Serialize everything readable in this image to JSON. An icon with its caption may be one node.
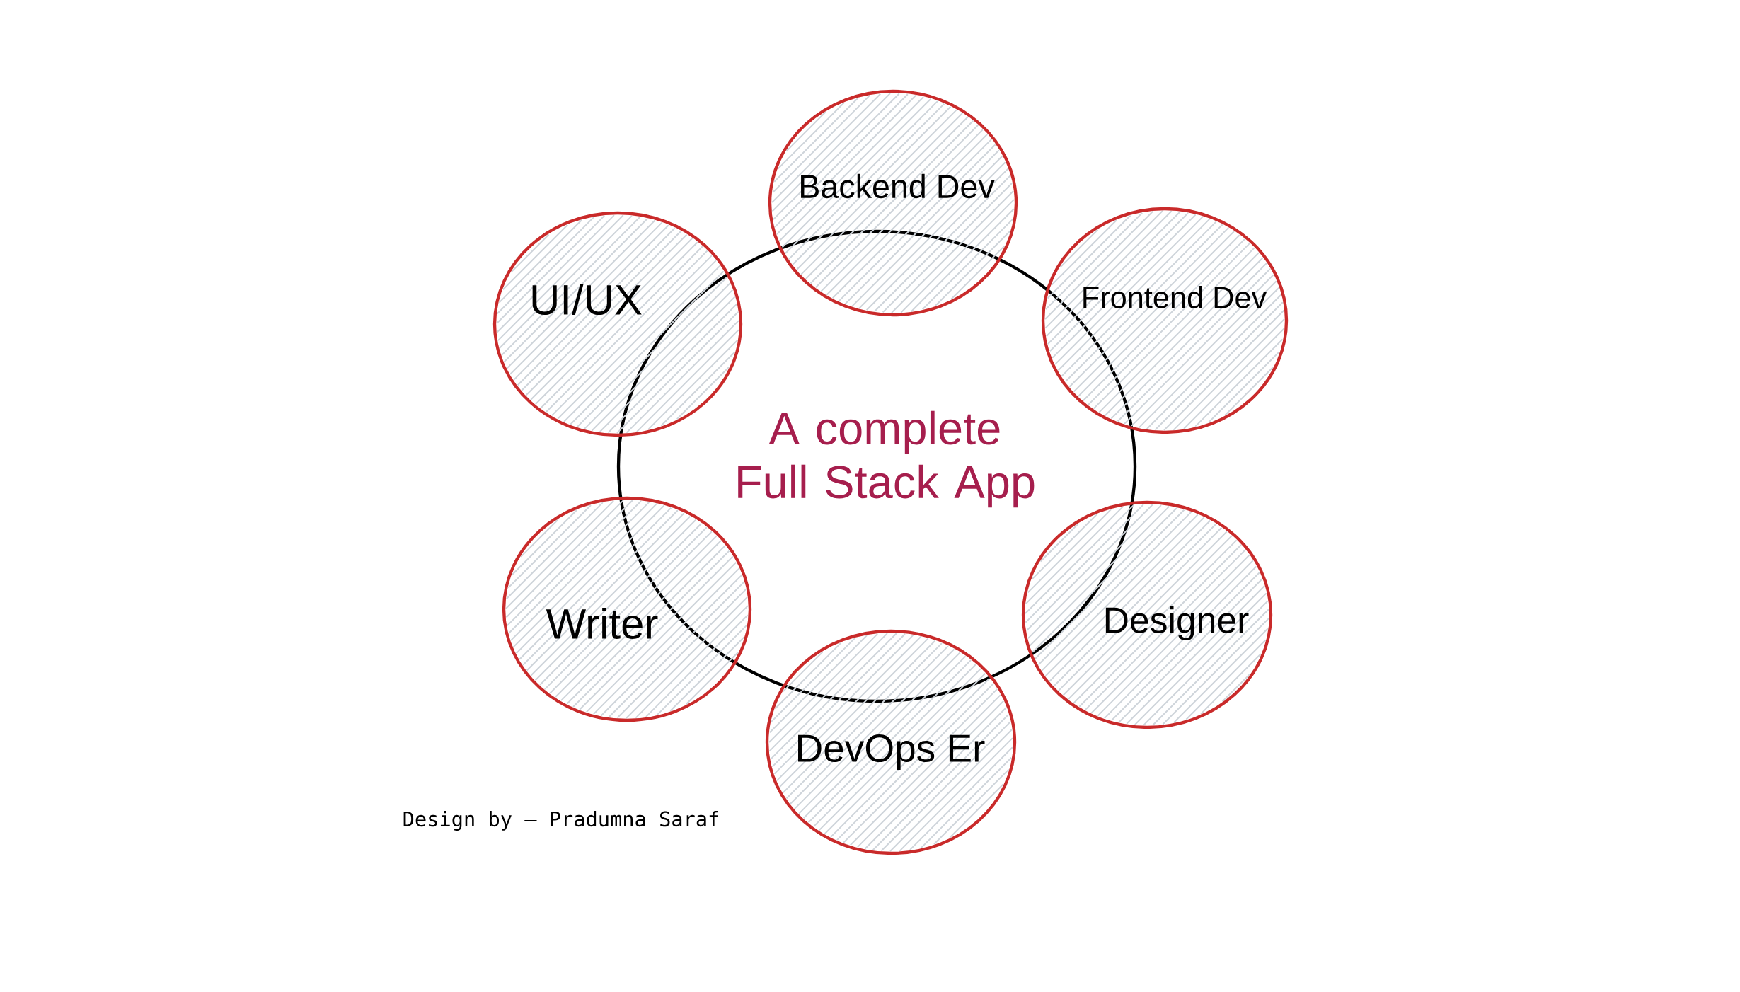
{
  "diagram": {
    "nodes": [
      {
        "text": [
          "Backend Dev"
        ]
      },
      {
        "text": [
          "UI/UX"
        ]
      },
      {
        "text": [
          "Frontend Dev"
        ]
      },
      {
        "text": [
          "A complete Full Stack App"
        ]
      },
      {
        "text": [
          "Writer"
        ]
      },
      {
        "text": [
          "Designer"
        ]
      },
      {
        "text": [
          "DevOps Er"
        ]
      }
    ],
    "labels": [
      "Design by – Pradumna Saraf"
    ]
  }
}
